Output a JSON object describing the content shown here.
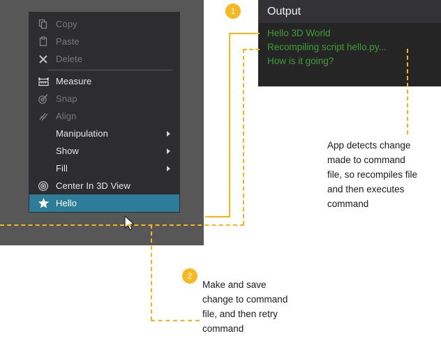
{
  "app": {
    "backdrop_color": "#575757",
    "menu_bg_color": "#2d2d30",
    "selected_color": "#2d7d9a",
    "accent_color": "#f5b616",
    "output_text_color": "#3f9c35"
  },
  "context_menu": {
    "items": [
      {
        "label": "Copy",
        "icon": "copy-icon",
        "state": "disabled",
        "submenu": false
      },
      {
        "label": "Paste",
        "icon": "paste-icon",
        "state": "disabled",
        "submenu": false
      },
      {
        "label": "Delete",
        "icon": "delete-x-icon",
        "state": "disabled",
        "submenu": false
      },
      {
        "label": "Measure",
        "icon": "measure-icon",
        "state": "enabled",
        "submenu": false
      },
      {
        "label": "Snap",
        "icon": "snap-icon",
        "state": "disabled",
        "submenu": false
      },
      {
        "label": "Align",
        "icon": "align-icon",
        "state": "disabled",
        "submenu": false
      },
      {
        "label": "Manipulation",
        "icon": "none",
        "state": "enabled",
        "submenu": true
      },
      {
        "label": "Show",
        "icon": "none",
        "state": "enabled",
        "submenu": true
      },
      {
        "label": "Fill",
        "icon": "none",
        "state": "enabled",
        "submenu": true
      },
      {
        "label": "Center In 3D View",
        "icon": "center-target-icon",
        "state": "enabled",
        "submenu": false
      },
      {
        "label": "Hello",
        "icon": "star-icon",
        "state": "selected",
        "submenu": false
      }
    ]
  },
  "output_panel": {
    "title": "Output",
    "lines": [
      "Hello 3D World",
      "Recompiling script hello.py...",
      "How is it going?"
    ]
  },
  "callouts": [
    {
      "number": "1",
      "text": "App detects change\nmade to command\nfile, so recompiles file\nand then executes\ncommand"
    },
    {
      "number": "2",
      "text": "Make and save\nchange to command\nfile, and then retry\ncommand"
    }
  ]
}
